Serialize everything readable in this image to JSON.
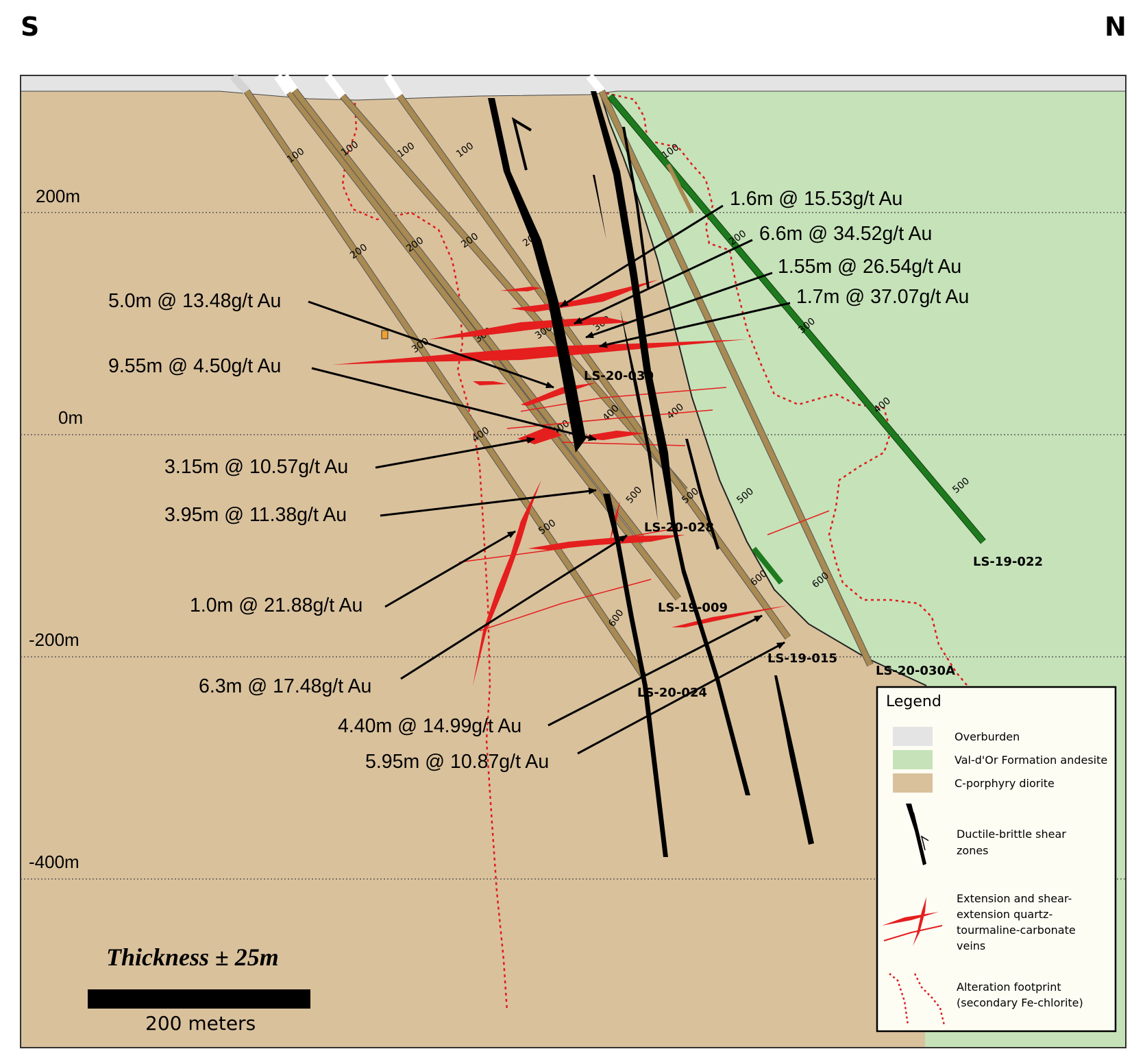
{
  "directions": {
    "south": "S",
    "north": "N"
  },
  "colors": {
    "overburden": "#e4e4e4",
    "andesite": "#c6e2b9",
    "diorite": "#d9c19c",
    "drillhole": "#a88a52",
    "drillhole_green": "#1e7a1e",
    "vein": "#e51e1e",
    "alteration": "#dd1c1c",
    "shear": "#000000",
    "legend_bg": "#fdfdf4"
  },
  "elevations": [
    {
      "label": "200m",
      "value": 200
    },
    {
      "label": "0m",
      "value": 0
    },
    {
      "label": "-200m",
      "value": -200
    },
    {
      "label": "-400m",
      "value": -400
    }
  ],
  "drill_holes": [
    {
      "id": "LS-20-024",
      "ticks": [
        "100",
        "200",
        "300",
        "400",
        "500",
        "600"
      ]
    },
    {
      "id": "LS-19-009",
      "ticks": [
        "100",
        "200",
        "300",
        "400",
        "500",
        "600"
      ]
    },
    {
      "id": "LS-20-028",
      "ticks": [
        "100",
        "200",
        "300",
        "400",
        "500"
      ]
    },
    {
      "id": "LS-20-030",
      "ticks": [
        "100",
        "200",
        "300",
        "400",
        "500",
        "600"
      ]
    },
    {
      "id": "LS-19-015",
      "ticks": [
        "100",
        "200",
        "300",
        "400",
        "500",
        "600"
      ]
    },
    {
      "id": "LS-20-030A",
      "ticks": [
        "100",
        "200",
        "300",
        "400",
        "500",
        "600"
      ]
    },
    {
      "id": "LS-19-022",
      "ticks": [
        "100",
        "200",
        "300",
        "400",
        "500"
      ]
    }
  ],
  "intercepts_left": [
    "5.0m @ 13.48g/t Au",
    "9.55m @ 4.50g/t Au",
    "3.15m @ 10.57g/t Au",
    "3.95m @ 11.38g/t Au",
    "1.0m @ 21.88g/t Au",
    "6.3m @ 17.48g/t Au",
    "4.40m @ 14.99g/t Au",
    "5.95m @ 10.87g/t Au"
  ],
  "intercepts_right": [
    "1.6m @ 15.53g/t Au",
    "6.6m @ 34.52g/t Au",
    "1.55m @ 26.54g/t Au",
    "1.7m @ 37.07g/t Au"
  ],
  "legend": {
    "title": "Legend",
    "items": [
      {
        "label": "Overburden",
        "icon": "overburden-swatch"
      },
      {
        "label": "Val-d'Or Formation andesite",
        "icon": "andesite-swatch"
      },
      {
        "label": "C-porphyry diorite",
        "icon": "diorite-swatch"
      },
      {
        "label_lines": [
          "Ductile-brittle shear",
          "zones"
        ],
        "icon": "shear-zone-icon"
      },
      {
        "label_lines": [
          "Extension and shear-",
          "extension quartz-",
          "tourmaline-carbonate",
          "veins"
        ],
        "icon": "vein-icon"
      },
      {
        "label_lines": [
          "Alteration footprint",
          "(secondary Fe-chlorite)"
        ],
        "icon": "alteration-icon"
      }
    ]
  },
  "thickness_note": "Thickness ± 25m",
  "scale_bar": {
    "label": "200 meters",
    "length_m": 200
  }
}
